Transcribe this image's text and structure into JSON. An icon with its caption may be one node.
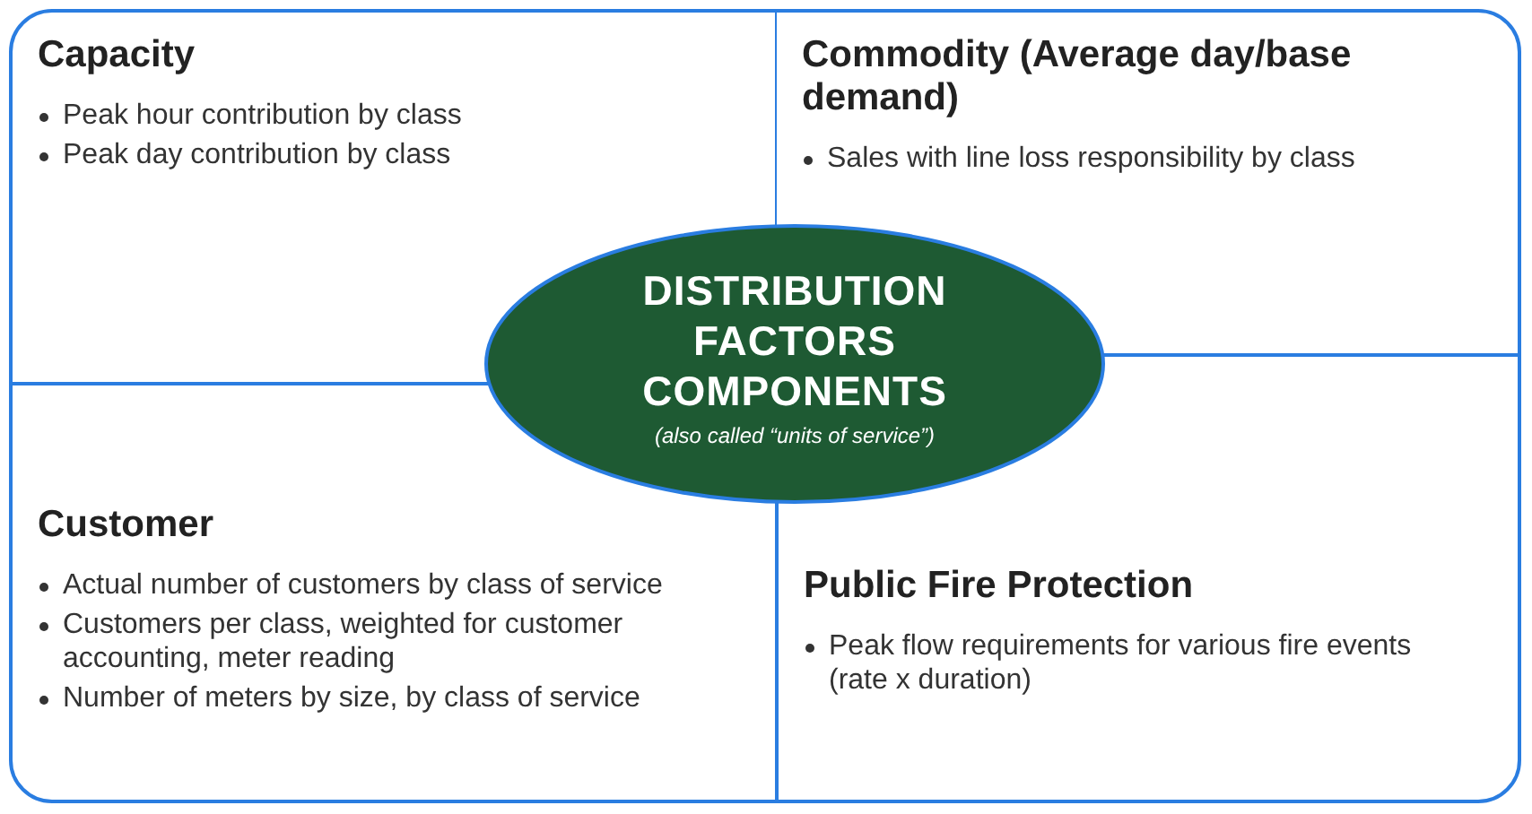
{
  "diagram": {
    "nodes": [
      {
        "text": [
          "Capacity",
          "Peak hour contribution by class",
          "Peak day contribution by class"
        ]
      },
      {
        "text": [
          "Commodity (Average day/base demand)",
          "Sales with line loss responsibility by class"
        ]
      },
      {
        "text": [
          "Customer",
          "Actual number of customers by class of service",
          "Customers per class, weighted for customer accounting, meter reading",
          "Number of meters by size, by class of service"
        ]
      },
      {
        "text": [
          "Public Fire Protection",
          "Peak flow requirements for various fire events (rate x duration)"
        ]
      },
      {
        "text": [
          "DISTRIBUTION FACTORS COMPONENTS",
          "(also called “units of service”)"
        ]
      }
    ],
    "edges": []
  }
}
